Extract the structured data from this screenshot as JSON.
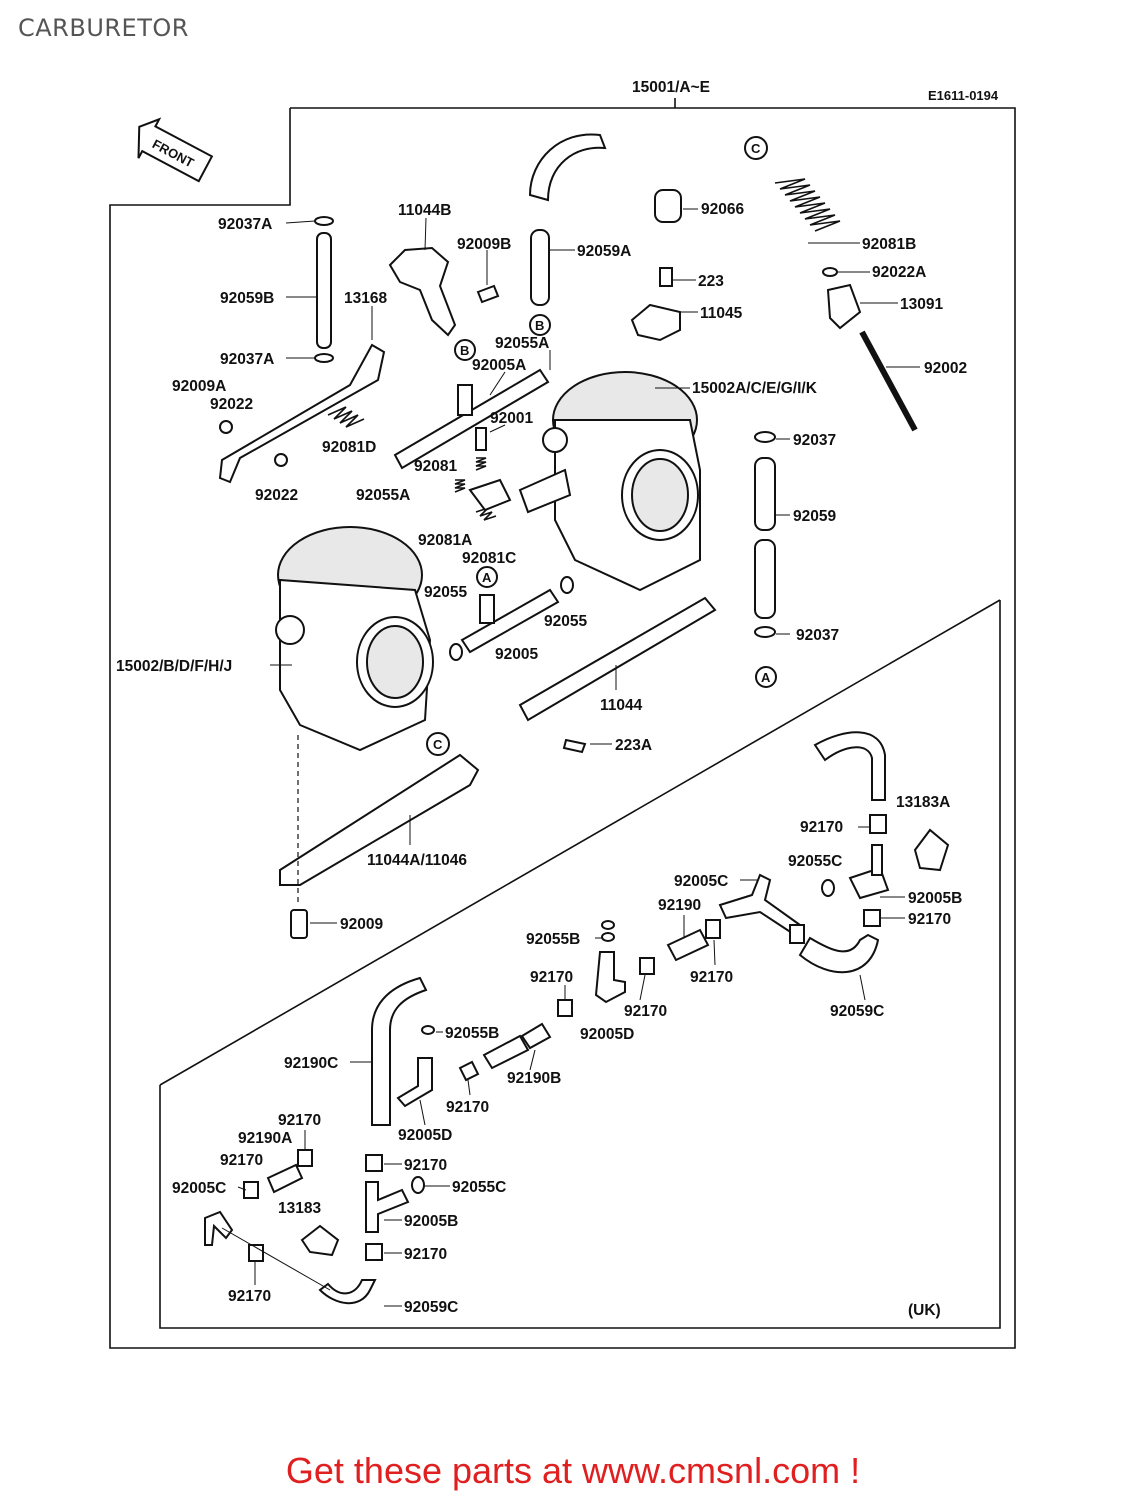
{
  "page": {
    "title": "CARBURETOR"
  },
  "diagram": {
    "header_ref": "15001/A~E",
    "drawing_code": "E1611-0194",
    "front_arrow": "FRONT",
    "region_note": "(UK)",
    "markers": {
      "a": "A",
      "b": "B",
      "c": "C"
    },
    "labels": {
      "p92037A_1": "92037A",
      "p11044B": "11044B",
      "p92009B": "92009B",
      "p92066": "92066",
      "p92059A": "92059A",
      "p92081B": "92081B",
      "p92022A": "92022A",
      "p92059B": "92059B",
      "p13168": "13168",
      "p223": "223",
      "p13091": "13091",
      "p11045": "11045",
      "p92037A_2": "92037A",
      "p92055A_1": "92055A",
      "p92005A": "92005A",
      "p92002": "92002",
      "p92009A": "92009A",
      "p92022_1": "92022",
      "p15002A": "15002A/C/E/G/I/K",
      "p92001": "92001",
      "p92037_1": "92037",
      "p92081D": "92081D",
      "p92081": "92081",
      "p92022_2": "92022",
      "p92055A_2": "92055A",
      "p92059": "92059",
      "p92081A": "92081A",
      "p92081C": "92081C",
      "p92055_1": "92055",
      "p92055_2": "92055",
      "p92037_2": "92037",
      "p15002B": "15002/B/D/F/H/J",
      "p92005": "92005",
      "p11044": "11044",
      "p223A": "223A",
      "p13183A": "13183A",
      "p92170_1": "92170",
      "p11044A": "11044A/11046",
      "p92055C_1": "92055C",
      "p92005C_1": "92005C",
      "p92005B_1": "92005B",
      "p92009": "92009",
      "p92190": "92190",
      "p92170_2": "92170",
      "p92055B_1": "92055B",
      "p92170_3": "92170",
      "p92170_4": "92170",
      "p92170_5": "92170",
      "p92005D_1": "92005D",
      "p92059C_1": "92059C",
      "p92055B_2": "92055B",
      "p92190C": "92190C",
      "p92190B": "92190B",
      "p92170_6": "92170",
      "p92005D_2": "92005D",
      "p92170_7": "92170",
      "p92190A": "92190A",
      "p92170_8": "92170",
      "p92170_9": "92170",
      "p92055C_2": "92055C",
      "p92005C_2": "92005C",
      "p13183": "13183",
      "p92005B_2": "92005B",
      "p92170_10": "92170",
      "p92170_11": "92170",
      "p92059C_2": "92059C"
    }
  },
  "footer": {
    "cta": "Get these parts at www.cmsnl.com !"
  }
}
